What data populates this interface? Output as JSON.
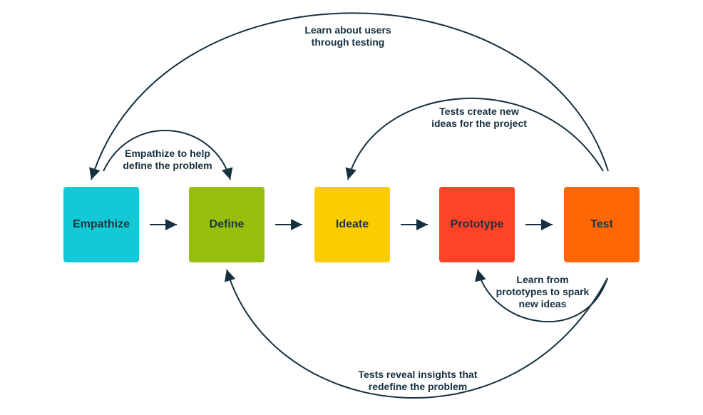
{
  "colors": {
    "ink": "#17303f",
    "stage_text": "#1d3340",
    "empathize": "#13c9d6",
    "define": "#97be0d",
    "ideate": "#fbcd00",
    "prototype": "#ff4328",
    "test": "#ff6705"
  },
  "stages": [
    {
      "id": "empathize",
      "label": "Empathize"
    },
    {
      "id": "define",
      "label": "Define"
    },
    {
      "id": "ideate",
      "label": "Ideate"
    },
    {
      "id": "prototype",
      "label": "Prototype"
    },
    {
      "id": "test",
      "label": "Test"
    }
  ],
  "loops": {
    "test_to_empathize": {
      "from": "test",
      "to": "empathize",
      "lines": [
        "Learn about users",
        "through testing"
      ]
    },
    "test_to_ideate": {
      "from": "test",
      "to": "ideate",
      "lines": [
        "Tests create new",
        "ideas for the project"
      ]
    },
    "empathize_to_define": {
      "from": "empathize",
      "to": "define",
      "lines": [
        "Empathize to help",
        "define the problem"
      ]
    },
    "test_to_prototype": {
      "from": "test",
      "to": "prototype",
      "lines": [
        "Learn from",
        "prototypes to spark",
        "new ideas"
      ]
    },
    "test_to_define": {
      "from": "test",
      "to": "define",
      "lines": [
        "Tests reveal insights that",
        "redefine the problem"
      ]
    }
  }
}
